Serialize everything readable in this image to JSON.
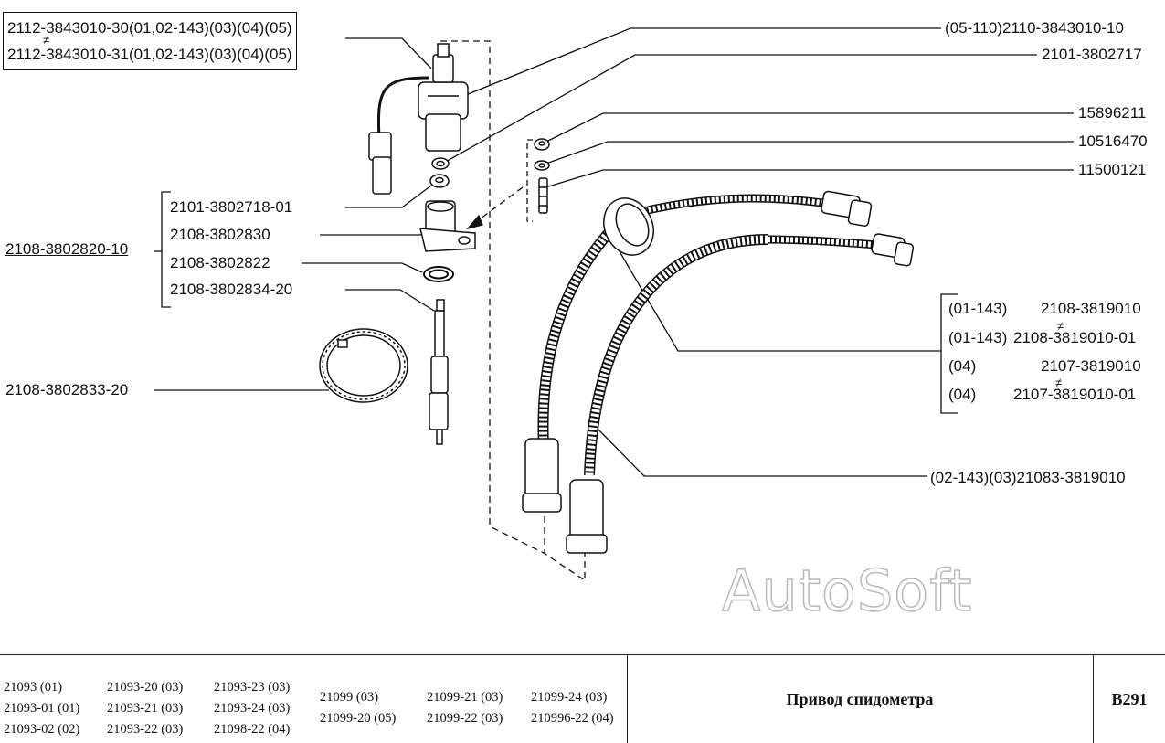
{
  "labels": {
    "sensor_a": "2112-3843010-30(01,02-143)(03)(04)(05)",
    "sensor_b": "2112-3843010-31(01,02-143)(03)(04)(05)",
    "sensor_c": "(05-110)2110-3843010-10",
    "p_2101_3802717": "2101-3802717",
    "p_15896211": "15896211",
    "p_10516470": "10516470",
    "p_11500121": "11500121",
    "p_2101_3802718_01": "2101-3802718-01",
    "p_2108_3802830": "2108-3802830",
    "p_2108_3802822": "2108-3802822",
    "p_2108_3802834_20": "2108-3802834-20",
    "assembly": "2108-3802820-10",
    "p_2108_3802833_20": "2108-3802833-20",
    "cable_1_var": "(01-143)",
    "cable_1_num": "2108-3819010",
    "cable_2_var": "(01-143)",
    "cable_2_num": "2108-3819010-01",
    "cable_3_var": "(04)",
    "cable_3_num": "2107-3819010",
    "cable_4_var": "(04)",
    "cable_4_num": "2107-3819010-01",
    "cable_5": "(02-143)(03)21083-3819010",
    "not_equal_mark": "≠"
  },
  "watermark": "AutoSoft",
  "footer": {
    "models": [
      [
        "21093 (01)",
        "21093-01 (01)",
        "21093-02 (02)"
      ],
      [
        "21093-20 (03)",
        "21093-21 (03)",
        "21093-22 (03)"
      ],
      [
        "21093-23 (03)",
        "21093-24 (03)",
        "21098-22 (04)"
      ],
      [
        "21099 (03)",
        "21099-20 (05)"
      ],
      [
        "21099-21 (03)",
        "21099-22 (03)"
      ],
      [
        "21099-24 (03)",
        "210996-22 (04)"
      ]
    ],
    "title": "Привод спидометра",
    "code": "B291"
  },
  "colors": {
    "ink": "#111111",
    "watermark_outline": "#b9b9b9"
  }
}
